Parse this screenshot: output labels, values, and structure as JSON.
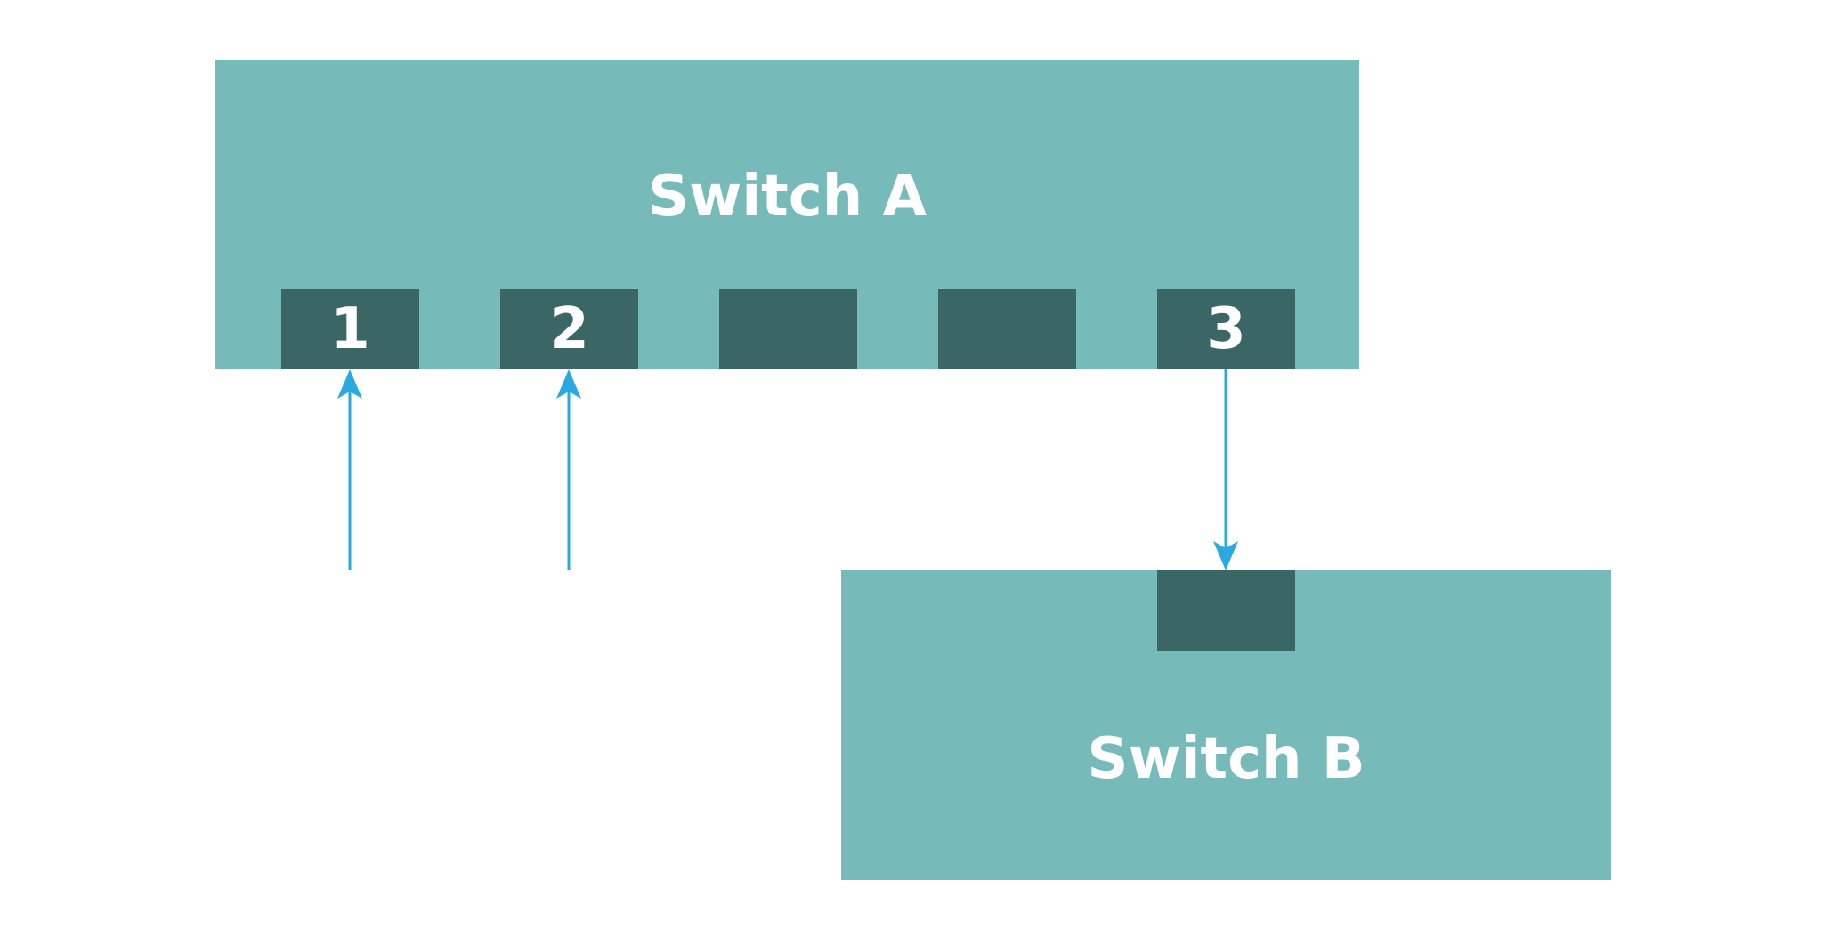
{
  "switch_a": {
    "label": "Switch A",
    "ports": [
      "1",
      "2",
      "",
      "",
      "3"
    ]
  },
  "switch_b": {
    "label": "Switch B",
    "ports": [
      ""
    ]
  },
  "colors": {
    "switch_fill": "#76baba",
    "port_fill": "#3a6666",
    "arrow": "#29a9e0",
    "text": "#ffffff"
  }
}
